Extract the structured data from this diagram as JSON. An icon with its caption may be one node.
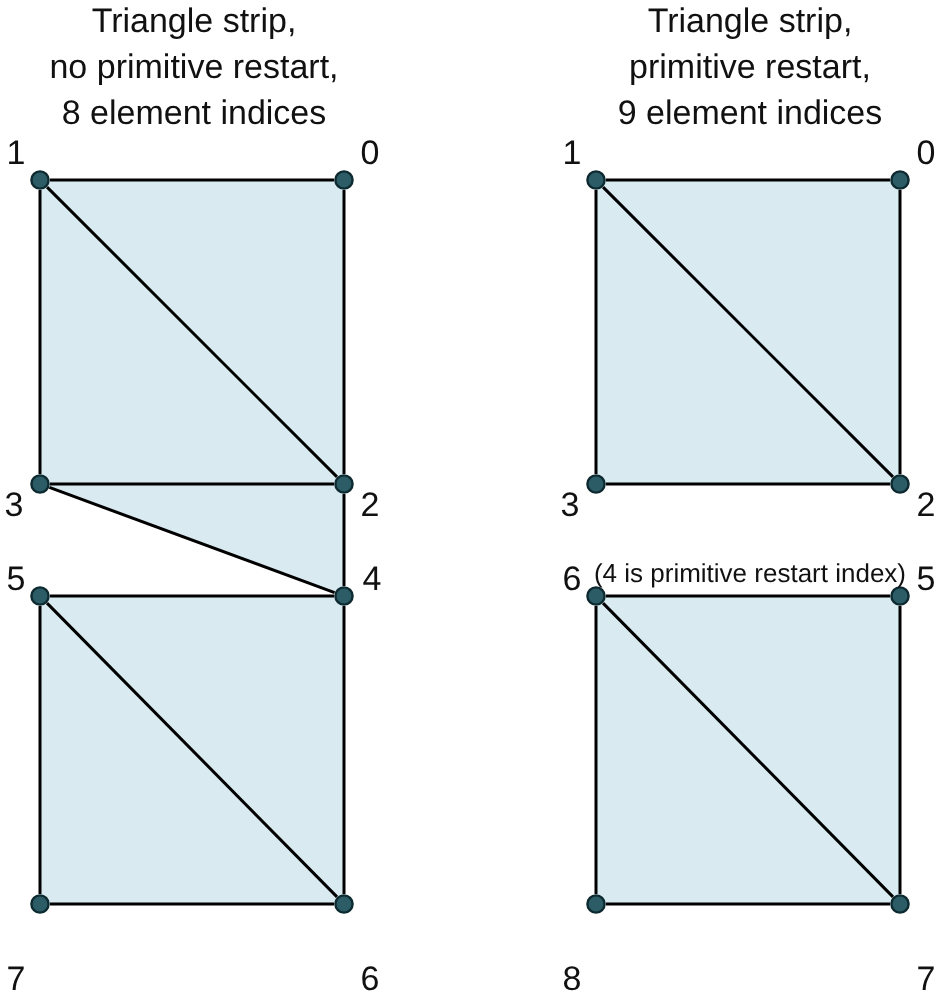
{
  "diagram": {
    "nodes": [
      {
        "text": [],
        "shape": "circle",
        "beside": [
          "1"
        ]
      },
      {
        "text": [],
        "shape": "circle",
        "beside": [
          "0"
        ]
      },
      {
        "text": [],
        "shape": "circle",
        "beside": [
          "3"
        ]
      },
      {
        "text": [],
        "shape": "circle",
        "beside": [
          "2"
        ]
      },
      {
        "text": [],
        "shape": "circle",
        "beside": [
          "5"
        ]
      },
      {
        "text": [],
        "shape": "circle",
        "beside": [
          "4"
        ]
      },
      {
        "text": [],
        "shape": "circle",
        "beside": [
          "7"
        ]
      },
      {
        "text": [],
        "shape": "circle",
        "beside": [
          "6"
        ]
      },
      {
        "text": [],
        "shape": "circle",
        "beside": [
          "1"
        ]
      },
      {
        "text": [],
        "shape": "circle",
        "beside": [
          "0"
        ]
      },
      {
        "text": [],
        "shape": "circle",
        "beside": [
          "3"
        ]
      },
      {
        "text": [],
        "shape": "circle",
        "beside": [
          "2"
        ]
      },
      {
        "text": [],
        "shape": "circle",
        "beside": [
          "6"
        ]
      },
      {
        "text": [],
        "shape": "circle",
        "beside": [
          "5"
        ]
      },
      {
        "text": [],
        "shape": "circle",
        "beside": [
          "8"
        ]
      },
      {
        "text": [],
        "shape": "circle",
        "beside": [
          "7"
        ]
      }
    ],
    "edges": [
      {
        "from": 0,
        "to": 1,
        "arrow": "none"
      },
      {
        "from": 1,
        "to": 3,
        "arrow": "none"
      },
      {
        "from": 0,
        "to": 3,
        "arrow": "none"
      },
      {
        "from": 0,
        "to": 2,
        "arrow": "none"
      },
      {
        "from": 2,
        "to": 3,
        "arrow": "none"
      },
      {
        "from": 2,
        "to": 5,
        "arrow": "none"
      },
      {
        "from": 3,
        "to": 5,
        "arrow": "none"
      },
      {
        "from": 4,
        "to": 5,
        "arrow": "none"
      },
      {
        "from": 5,
        "to": 7,
        "arrow": "none"
      },
      {
        "from": 4,
        "to": 7,
        "arrow": "none"
      },
      {
        "from": 4,
        "to": 6,
        "arrow": "none"
      },
      {
        "from": 6,
        "to": 7,
        "arrow": "none"
      },
      {
        "from": 8,
        "to": 9,
        "arrow": "none"
      },
      {
        "from": 9,
        "to": 11,
        "arrow": "none"
      },
      {
        "from": 8,
        "to": 11,
        "arrow": "none"
      },
      {
        "from": 8,
        "to": 10,
        "arrow": "none"
      },
      {
        "from": 10,
        "to": 11,
        "arrow": "none"
      },
      {
        "from": 12,
        "to": 13,
        "arrow": "none"
      },
      {
        "from": 13,
        "to": 15,
        "arrow": "none"
      },
      {
        "from": 12,
        "to": 15,
        "arrow": "none"
      },
      {
        "from": 12,
        "to": 14,
        "arrow": "none"
      },
      {
        "from": 14,
        "to": 15,
        "arrow": "none"
      }
    ],
    "labels": [
      "Triangle strip,",
      "no primitive restart,",
      "8 element indices",
      "Triangle strip,",
      "primitive restart,",
      "9 element indices",
      "(4 is primitive restart index)"
    ]
  }
}
